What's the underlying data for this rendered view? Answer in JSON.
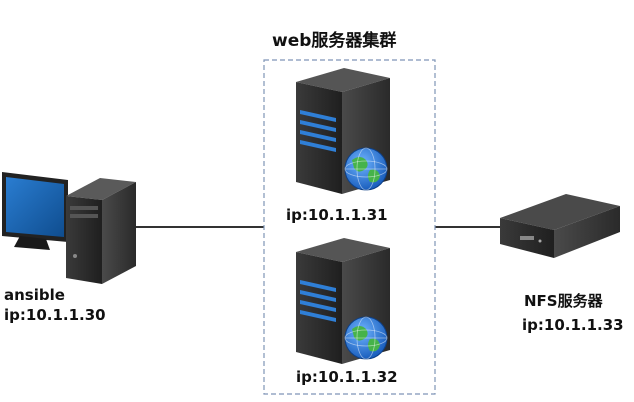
{
  "title": "web服务器集群",
  "nodes": {
    "ansible": {
      "name": "ansible",
      "ip": "ip:10.1.1.30",
      "icon": "desktop-computer-icon"
    },
    "web1": {
      "ip": "ip:10.1.1.31",
      "icon": "web-server-globe-icon"
    },
    "web2": {
      "ip": "ip:10.1.1.32",
      "icon": "web-server-globe-icon"
    },
    "nfs": {
      "name": "NFS服务器",
      "ip": "ip:10.1.1.33",
      "icon": "rack-server-icon"
    }
  },
  "colors": {
    "cluster_border": "#7f95b6",
    "link_line": "#333333",
    "server_body": "#2b2b2b",
    "led_blue": "#2f7fd6",
    "monitor_screen": "#1b64b0",
    "globe_blue": "#1e6fd0",
    "globe_green": "#46b34a"
  }
}
